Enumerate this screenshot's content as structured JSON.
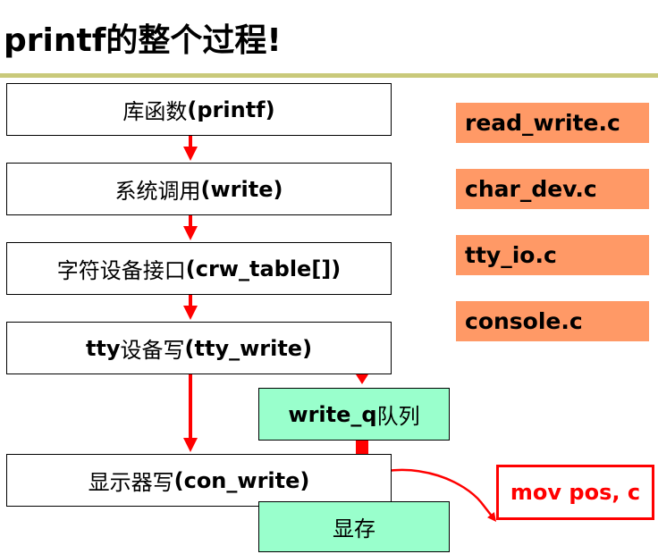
{
  "title": "printf的整个过程!",
  "flow": {
    "library": {
      "prefix": "库函数",
      "bold": "(printf)",
      "suffix": ""
    },
    "syscall": {
      "prefix": "系统调用",
      "bold": "(write)",
      "suffix": ""
    },
    "char_interface": {
      "prefix": "字符设备接口",
      "bold": "(crw_table[])",
      "suffix": ""
    },
    "tty_write": {
      "lead": "tty",
      "prefix": "设备写",
      "bold": "(tty_write)"
    },
    "write_q": {
      "bold": "write_q",
      "suffix": "队列"
    },
    "con_write": {
      "prefix": "显示器写",
      "bold": "(con_write)"
    },
    "video_memory": {
      "label": "显存"
    }
  },
  "files": [
    "read_write.c",
    "char_dev.c",
    "tty_io.c",
    "console.c"
  ],
  "annotation": {
    "label": "mov pos, c"
  },
  "colors": {
    "arrow": "#ff0000",
    "file_box": "#ff9966",
    "queue_box": "#99ffcc",
    "title_rule": "#c9c97a"
  }
}
